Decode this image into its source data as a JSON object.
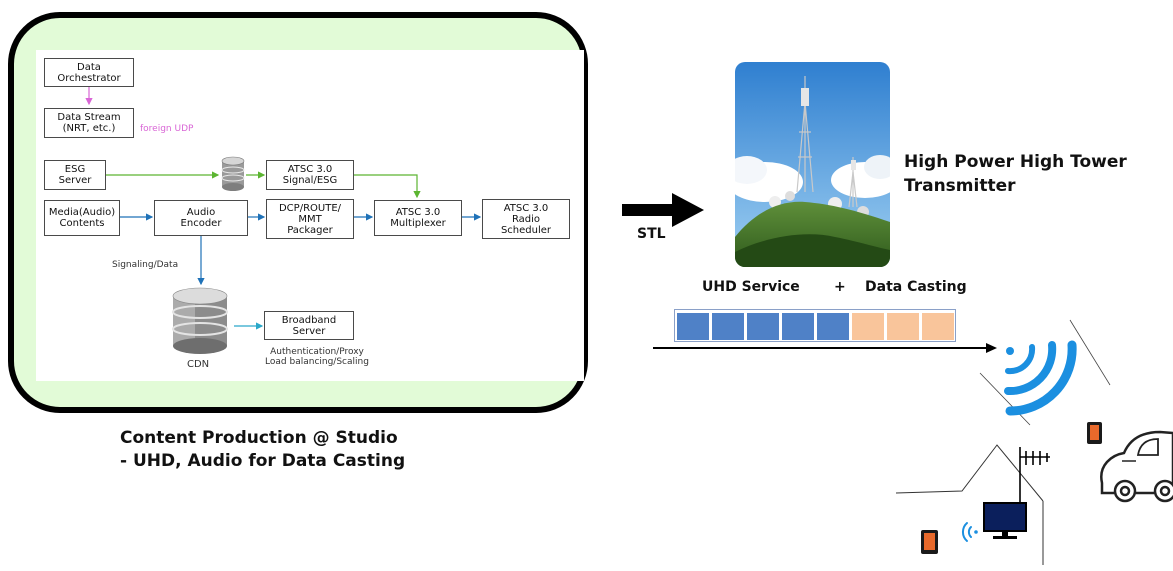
{
  "studio": {
    "caption": "Content Production @ Studio\n - UHD, Audio for Data Casting",
    "blocks": {
      "data_orchestrator": "Data\nOrchestrator",
      "data_stream": "Data Stream\n(NRT, etc.)",
      "esg_server": "ESG\nServer",
      "media_contents": "Media(Audio)\nContents",
      "audio_encoder": "Audio\nEncoder",
      "atsc_signal_esg": "ATSC 3.0\nSignal/ESG",
      "packager": "DCP/ROUTE/\nMMT\nPackager",
      "multiplexer": "ATSC 3.0\nMultiplexer",
      "radio_scheduler": "ATSC 3.0\nRadio\nScheduler",
      "broadband_server": "Broadband\nServer"
    },
    "notes": {
      "foreign_udp": "foreign UDP",
      "signaling_data": "Signaling/Data",
      "cdn": "CDN",
      "broadband_details": "Authentication/Proxy\nLoad balancing/Scaling"
    }
  },
  "link_label": "STL",
  "transmitter_title": "High Power High Tower\nTransmitter",
  "service": {
    "left": "UHD Service",
    "plus": "+",
    "right": "Data Casting"
  },
  "colors": {
    "panel_fill": "#e2fbd7",
    "uhd_packet": "#4f81c7",
    "data_packet": "#f9c59b",
    "foreign_udp": "#d966d6",
    "green_arrow": "#5cb531",
    "blue_arrow": "#1f72b8",
    "wave_blue": "#1b8fe0",
    "tablet_orange": "#e8692b"
  }
}
